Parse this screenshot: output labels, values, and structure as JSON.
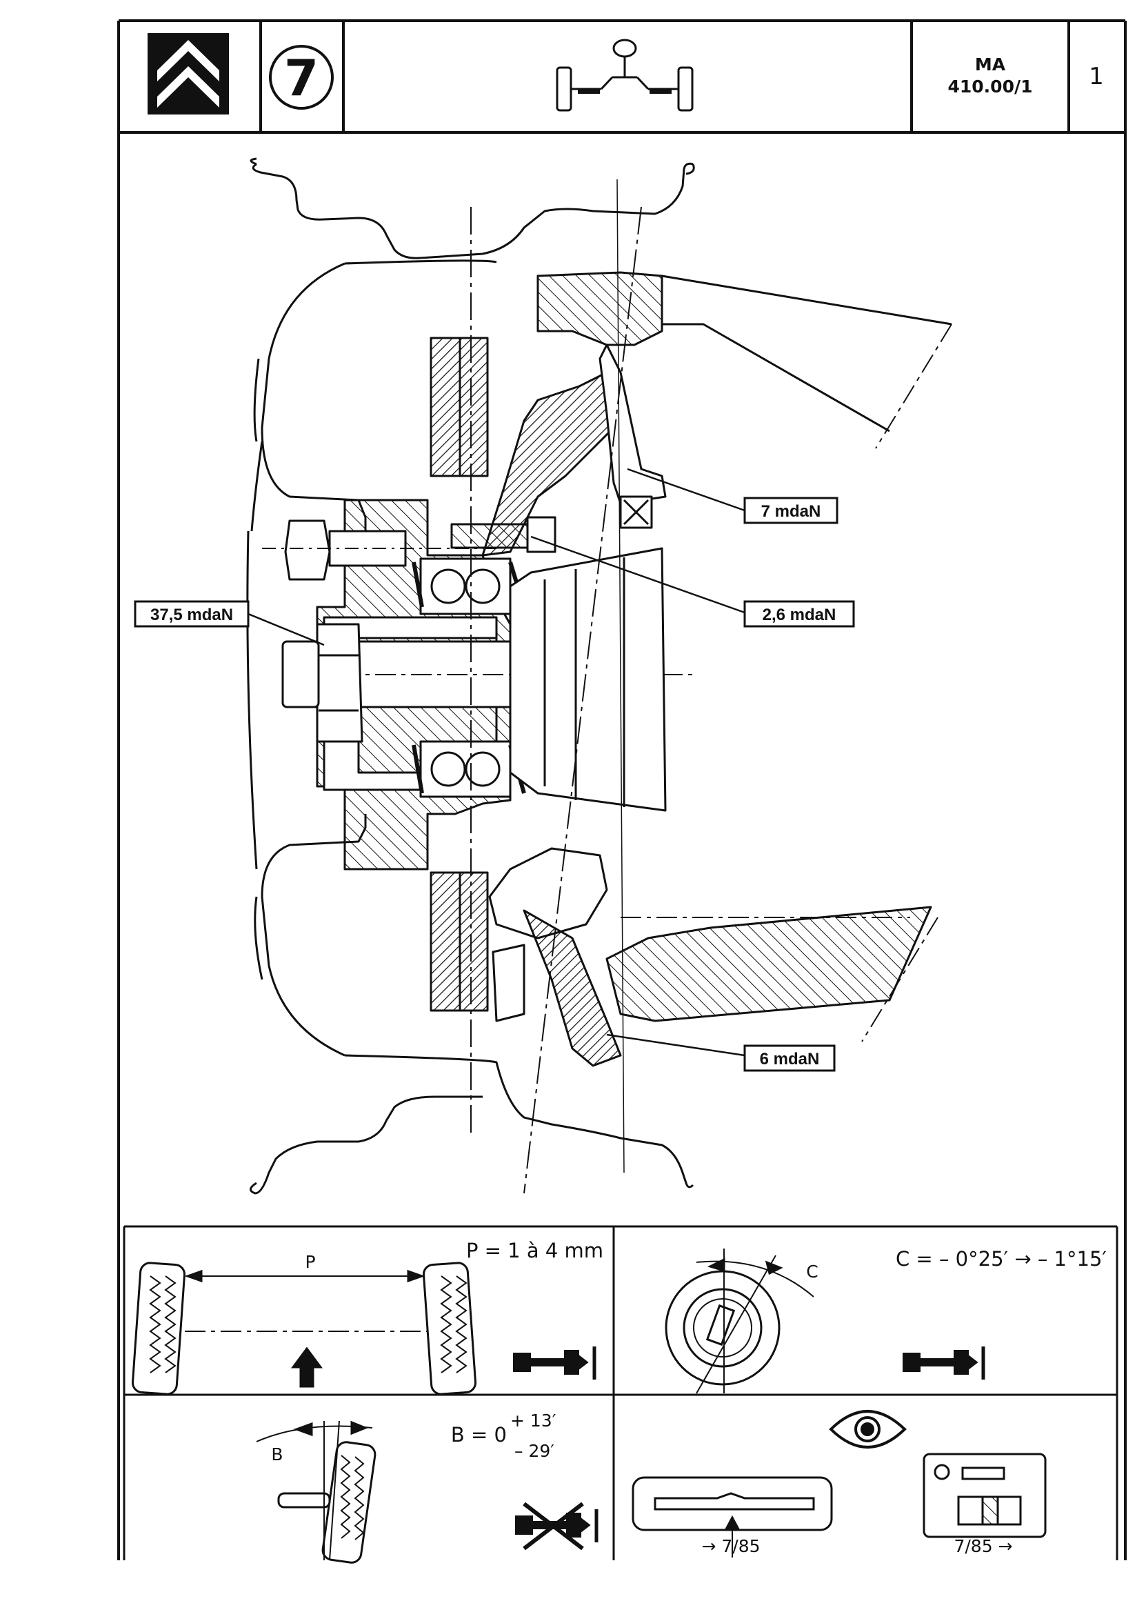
{
  "header": {
    "section_number": "7",
    "ref_line1": "MA",
    "ref_line2": "410.00/1",
    "page": "1"
  },
  "torques": {
    "steering_ball_joint": "7 mdaN",
    "caliper_screw": "2,6 mdaN",
    "hub_nut": "37,5 mdaN",
    "lower_ball_joint": "6 mdaN"
  },
  "specs": {
    "toe_label": "P",
    "toe_value": "P = 1 à 4 mm",
    "caster_label": "C",
    "caster_value": "C = – 0°25′ → – 1°15′",
    "camber_label": "B",
    "camber_prefix": "B = 0",
    "camber_plus": "+ 13′",
    "camber_minus": "– 29′",
    "ref_left": "→ 7/85",
    "ref_right": "7/85 →"
  },
  "icons": {
    "logo": "citroen-double-chevron-logo",
    "axle": "front-axle-icon",
    "adjustable": "adjustable-tie-rod-icon",
    "non_adjustable": "non-adjustable-crossed-icon",
    "inspect": "eye-icon"
  }
}
